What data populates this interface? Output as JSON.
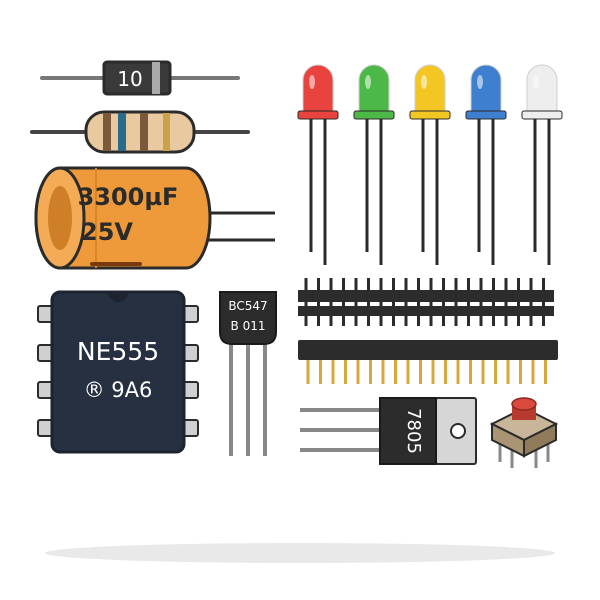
{
  "components": {
    "diode": {
      "label": "10"
    },
    "capacitor": {
      "line1": "3300µF",
      "line2": "25V"
    },
    "ic": {
      "line1": "NE555",
      "line2": "® 9A6"
    },
    "transistor": {
      "line1": "BC547",
      "line2": "B 011"
    },
    "regulator": {
      "label": "7805"
    },
    "leds": [
      {
        "name": "red",
        "color": "#e8433e"
      },
      {
        "name": "green",
        "color": "#4cb848"
      },
      {
        "name": "yellow",
        "color": "#f3c623"
      },
      {
        "name": "blue",
        "color": "#3f7fd0"
      },
      {
        "name": "white",
        "color": "#eeeeee"
      }
    ]
  },
  "colors": {
    "outline": "#2b2b2b",
    "capacitor_body": "#ee9a3a",
    "ic_body": "#273041",
    "header_body": "#2c2c2c",
    "pin_gold": "#d7a840",
    "button_red": "#d94a3d"
  }
}
